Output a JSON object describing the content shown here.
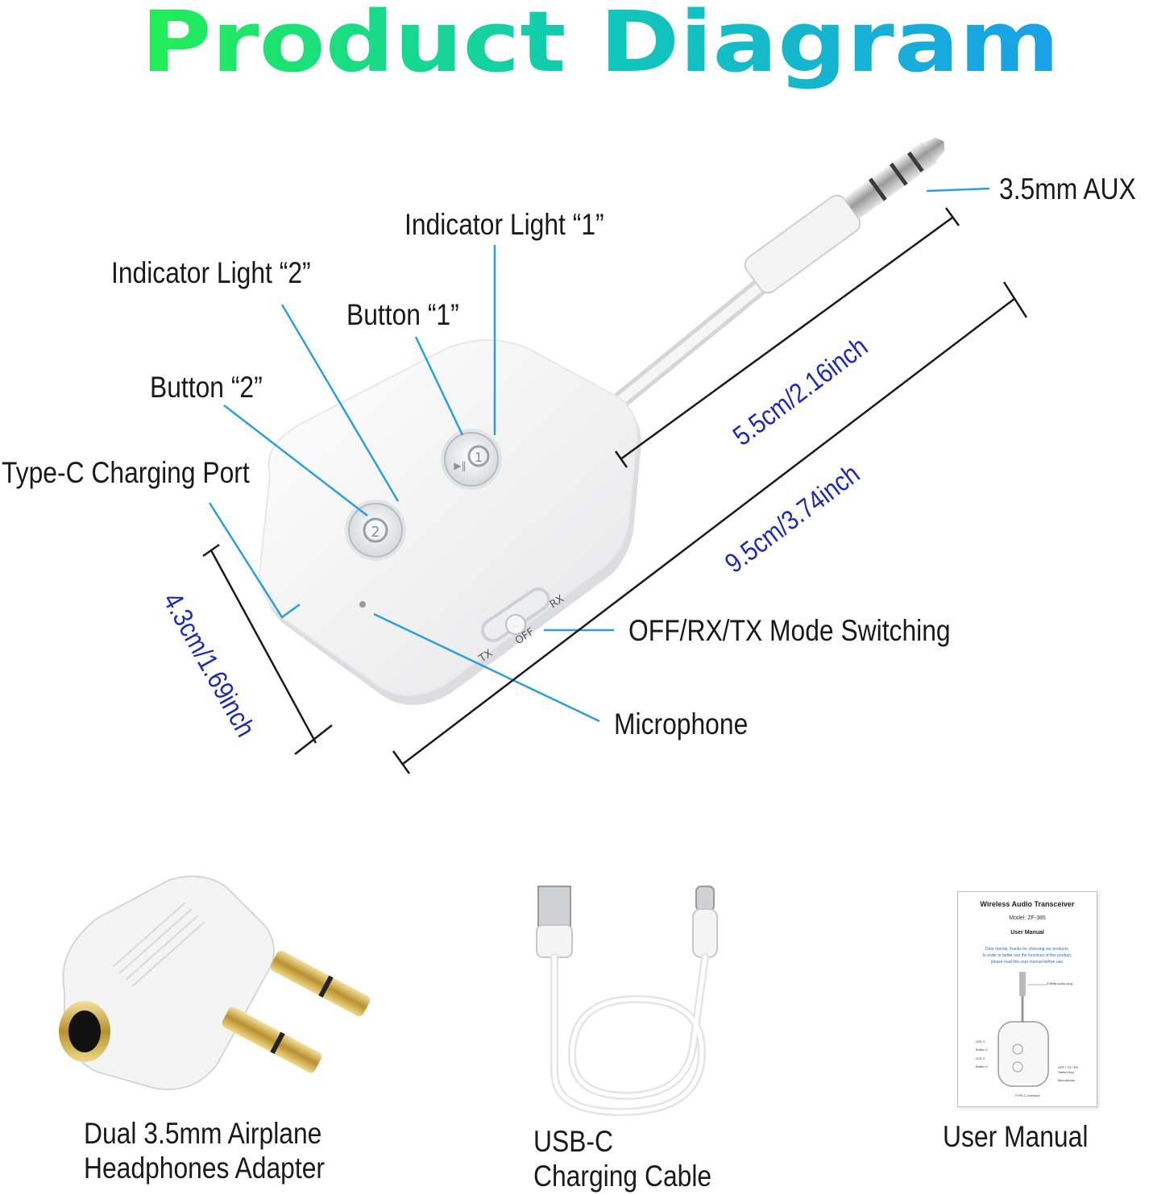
{
  "title": "Product Diagram",
  "colors": {
    "title_gradient_start": "#22ee55",
    "title_gradient_mid": "#10c8b8",
    "title_gradient_end": "#1aa0e8",
    "leader_line": "#2a9ee0",
    "dimension_text": "#1c2bb0",
    "label_text": "#1a1a1a"
  },
  "callouts": {
    "aux": "3.5mm AUX",
    "indicator_light_1": "Indicator Light “1”",
    "indicator_light_2": "Indicator Light “2”",
    "button_1": "Button “1”",
    "button_2": "Button “2”",
    "type_c_port": "Type-C Charging Port",
    "mode_switching": "OFF/RX/TX Mode Switching",
    "microphone": "Microphone"
  },
  "dimensions": {
    "cable_length": "5.5cm/2.16inch",
    "total_length": "9.5cm/3.74inch",
    "height": "4.3cm/1.69inch"
  },
  "device_markings": {
    "switch_tx": "TX",
    "switch_off": "OFF",
    "switch_rx": "RX",
    "button_1_mark": "1",
    "button_2_mark": "2"
  },
  "accessories": {
    "adapter": {
      "line1": "Dual 3.5mm Airplane",
      "line2": "Headphones Adapter"
    },
    "cable": {
      "line1": "USB-C",
      "line2": "Charging Cable"
    },
    "manual": {
      "line1": "User Manual"
    }
  },
  "manual_page": {
    "heading": "Wireless Audio Transceiver",
    "model": "Model: ZF-385",
    "subtitle": "User Manual",
    "intro1": "Dear friends, thanks for choosing our products.",
    "intro2": "In order to better use the functions of this product,",
    "intro3": "please read this user manual before use.",
    "plug": "3.5MM audio plug",
    "led1": "LED 1",
    "btn1": "Button 1",
    "led2": "LED 2",
    "btn2": "Button 2",
    "switch1": "OFF / TX / RX",
    "switch2": "Switch Key",
    "mic": "Microphone",
    "typec": "TYPE-C Interface"
  }
}
